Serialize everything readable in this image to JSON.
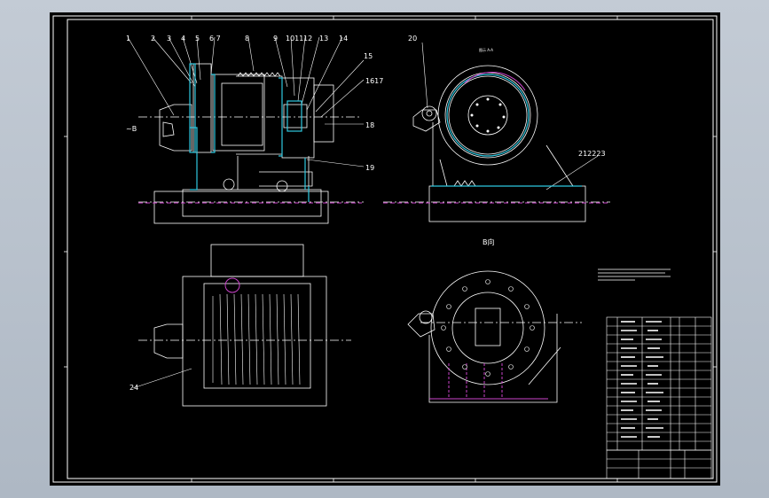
{
  "drawing": {
    "view_labels": {
      "section_arrow": "~B",
      "top_right_view": "图示 A-A",
      "b_view": "B向"
    },
    "part_labels": {
      "p1": "1",
      "p2": "2",
      "p3": "3",
      "p4": "4",
      "p5": "5",
      "p6_7": "6 7",
      "p8": "8",
      "p9": "9",
      "p10_11": "1011",
      "p12": "12",
      "p13": "13",
      "p14": "14",
      "p15": "15",
      "p16_17": "1617",
      "p18": "18",
      "p19": "19",
      "p20": "20",
      "p21_23": "212223",
      "p24": "24"
    },
    "colors": {
      "line": "#ffffff",
      "section": "#2ec8e0",
      "hidden": "#cc44cc",
      "background": "#000000",
      "window": "#b9c2cd"
    }
  }
}
